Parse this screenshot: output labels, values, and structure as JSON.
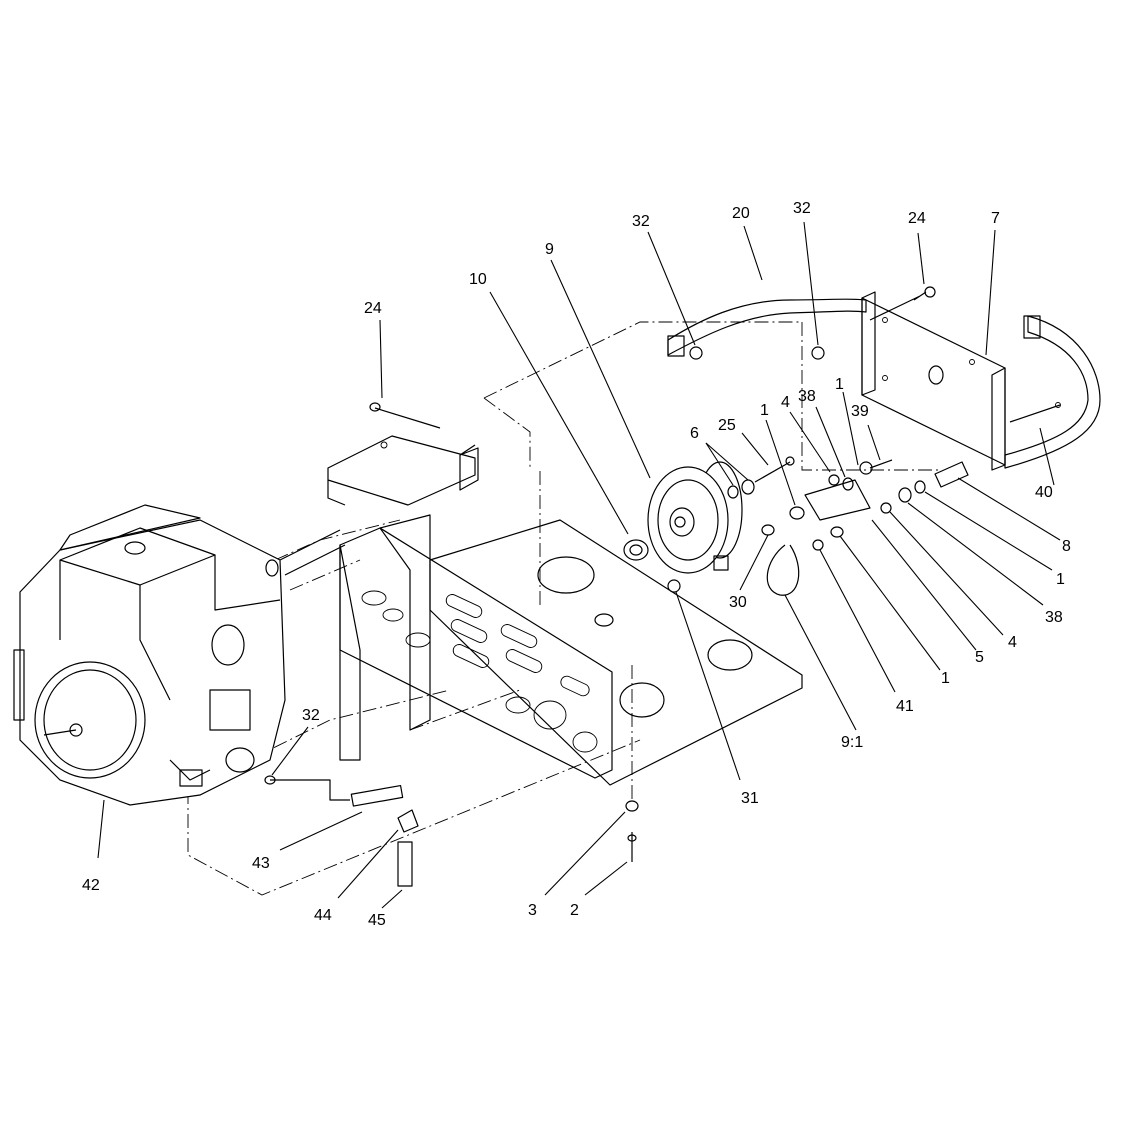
{
  "callouts": [
    {
      "id": "c10",
      "label": "10"
    },
    {
      "id": "c9",
      "label": "9"
    },
    {
      "id": "c32a",
      "label": "32"
    },
    {
      "id": "c20",
      "label": "20"
    },
    {
      "id": "c32b",
      "label": "32"
    },
    {
      "id": "c24a",
      "label": "24"
    },
    {
      "id": "c7",
      "label": "7"
    },
    {
      "id": "c24b",
      "label": "24"
    },
    {
      "id": "c6",
      "label": "6"
    },
    {
      "id": "c25",
      "label": "25"
    },
    {
      "id": "c1a",
      "label": "1"
    },
    {
      "id": "c4a",
      "label": "4"
    },
    {
      "id": "c38a",
      "label": "38"
    },
    {
      "id": "c1b",
      "label": "1"
    },
    {
      "id": "c39",
      "label": "39"
    },
    {
      "id": "c40",
      "label": "40"
    },
    {
      "id": "c8",
      "label": "8"
    },
    {
      "id": "c1c",
      "label": "1"
    },
    {
      "id": "c38b",
      "label": "38"
    },
    {
      "id": "c4b",
      "label": "4"
    },
    {
      "id": "c5",
      "label": "5"
    },
    {
      "id": "c1d",
      "label": "1"
    },
    {
      "id": "c41",
      "label": "41"
    },
    {
      "id": "c91",
      "label": "9:1"
    },
    {
      "id": "c30",
      "label": "30"
    },
    {
      "id": "c31",
      "label": "31"
    },
    {
      "id": "c32c",
      "label": "32"
    },
    {
      "id": "c42",
      "label": "42"
    },
    {
      "id": "c43",
      "label": "43"
    },
    {
      "id": "c44",
      "label": "44"
    },
    {
      "id": "c45",
      "label": "45"
    },
    {
      "id": "c3",
      "label": "3"
    },
    {
      "id": "c2",
      "label": "2"
    }
  ]
}
